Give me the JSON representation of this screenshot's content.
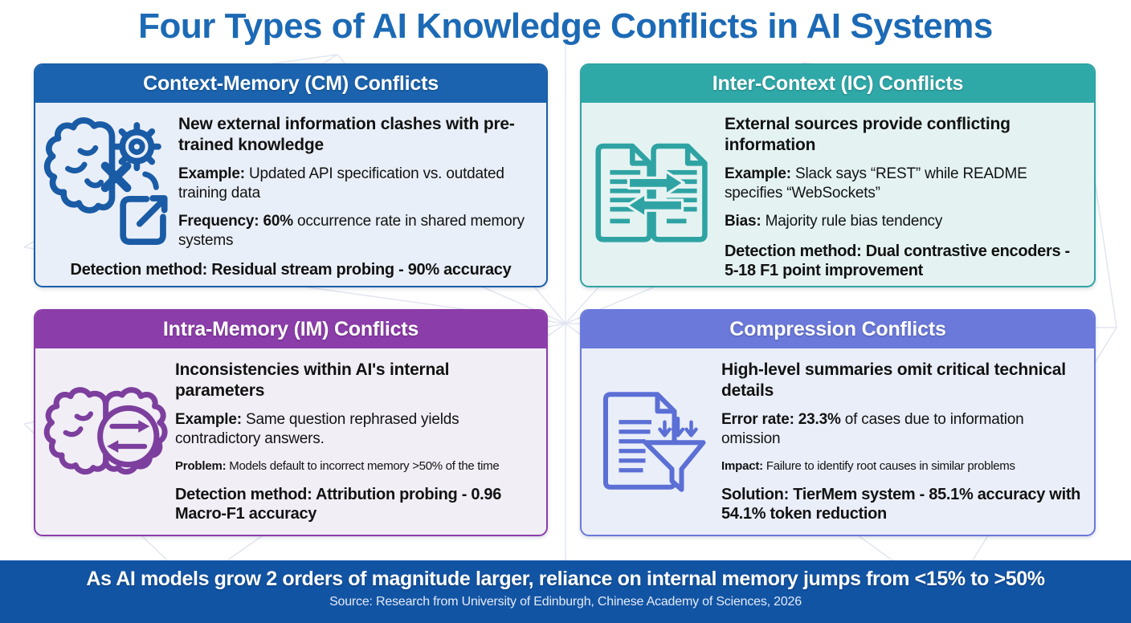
{
  "title": "Four Types of AI Knowledge Conflicts in AI Systems",
  "cards": {
    "cm": {
      "header": "Context-Memory (CM) Conflicts",
      "icon": "brain-gear-export-icon",
      "description": "New external information clashes with pre-trained knowledge",
      "example_label": "Example:",
      "example_text": "Updated API specification vs. outdated training data",
      "stat_label": "Frequency: 60%",
      "stat_text": "occurrence rate in shared memory systems",
      "detection": "Detection method: Residual stream probing - 90% accuracy"
    },
    "ic": {
      "header": "Inter-Context (IC) Conflicts",
      "icon": "documents-exchange-icon",
      "description": "External sources provide conflicting information",
      "example_label": "Example:",
      "example_text": "Slack says “REST” while README specifies “WebSockets”",
      "stat_label": "Bias:",
      "stat_text": "Majority rule bias tendency",
      "detection": "Detection method: Dual contrastive encoders - 5-18 F1 point improvement"
    },
    "im": {
      "header": "Intra-Memory (IM) Conflicts",
      "icon": "brain-swap-icon",
      "description": "Inconsistencies within AI's internal parameters",
      "example_label": "Example:",
      "example_text": "Same question rephrased yields contradictory answers.",
      "stat_label": "Problem:",
      "stat_text": "Models default to incorrect memory >50% of the time",
      "detection": "Detection method: Attribution probing - 0.96 Macro-F1 accuracy"
    },
    "cp": {
      "header": "Compression Conflicts",
      "icon": "document-funnel-icon",
      "description": "High-level summaries omit critical technical details",
      "example_label": "Error rate: 23.3%",
      "example_text": "of cases due to information omission",
      "stat_label": "Impact:",
      "stat_text": "Failure to identify root causes in similar problems",
      "detection": "Solution: TierMem system - 85.1% accuracy with 54.1% token reduction"
    }
  },
  "banner": {
    "headline": "As AI models grow 2 orders of magnitude larger, reliance on internal memory jumps from <15% to >50%",
    "source": "Source: Research from University of Edinburgh, Chinese Academy of Sciences, 2026"
  },
  "colors": {
    "title_text": "#1c6ab5",
    "banner_bg": "#1254a4",
    "cm_header": "#1b63ae",
    "cm_body": "#e9eff8",
    "cm_icon": "#1a5ba6",
    "ic_header": "#2fa8a8",
    "ic_body": "#e4f3f2",
    "ic_icon": "#2fa3a3",
    "im_header": "#8b3da9",
    "im_body": "#f1eef6",
    "im_icon": "#7d3f9e",
    "cp_header": "#6b79da",
    "cp_body": "#eaeef9",
    "cp_icon": "#5b6fd5"
  }
}
